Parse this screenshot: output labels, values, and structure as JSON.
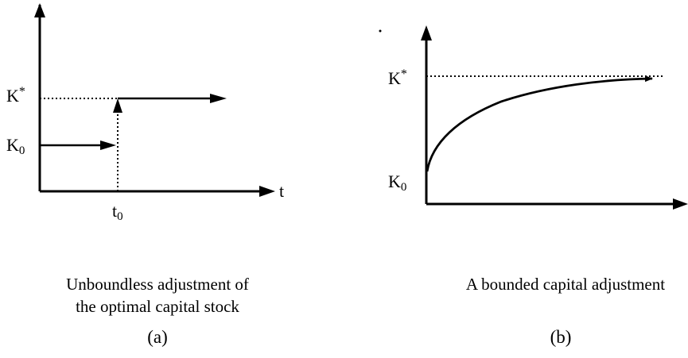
{
  "panel_a": {
    "k_star": {
      "base": "K",
      "sup": "*"
    },
    "k0": {
      "base": "K",
      "sub": "0"
    },
    "t_axis": "t",
    "t0": {
      "base": "t",
      "sub": "0"
    },
    "caption_line1": "Unboundless adjustment of",
    "caption_line2": "the optimal capital stock",
    "tag": "(a)"
  },
  "panel_b": {
    "k_star": {
      "base": "K",
      "sup": "*"
    },
    "k0": {
      "base": "K",
      "sub": "0"
    },
    "caption": "A bounded capital adjustment",
    "tag": "(b)"
  },
  "colors": {
    "ink": "#000000",
    "background": "#ffffff"
  }
}
